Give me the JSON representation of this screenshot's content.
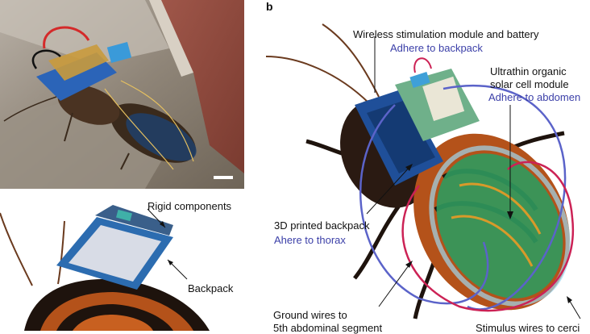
{
  "figure": {
    "panel_b_letter": "b",
    "panel_a": {
      "photo_scale_bar": "scale-bar"
    },
    "panel_inset": {
      "rigid_components": "Rigid components",
      "backpack": "Backpack"
    },
    "panel_b": {
      "wireless_module": "Wireless stimulation module and battery",
      "adhere_backpack": "Adhere to backpack",
      "solar_line1": "Ultrathin organic",
      "solar_line2": "solar cell module",
      "adhere_abdomen": "Adhere to abdomen",
      "printed_backpack": "3D printed backpack",
      "adhere_thorax": "Ahere to thorax",
      "ground_line1": "Ground wires to",
      "ground_line2": "5th abdominal segment",
      "stimulus_wires": "Stimulus wires to cerci"
    }
  },
  "colors": {
    "label_blue": "#3b3fa8",
    "wire_blue": "#5b63c9",
    "wire_red": "#cc2255",
    "pcb_blue": "#1f4f99",
    "solar_green": "#2f9a5e",
    "body_orange": "#c85a1a"
  }
}
